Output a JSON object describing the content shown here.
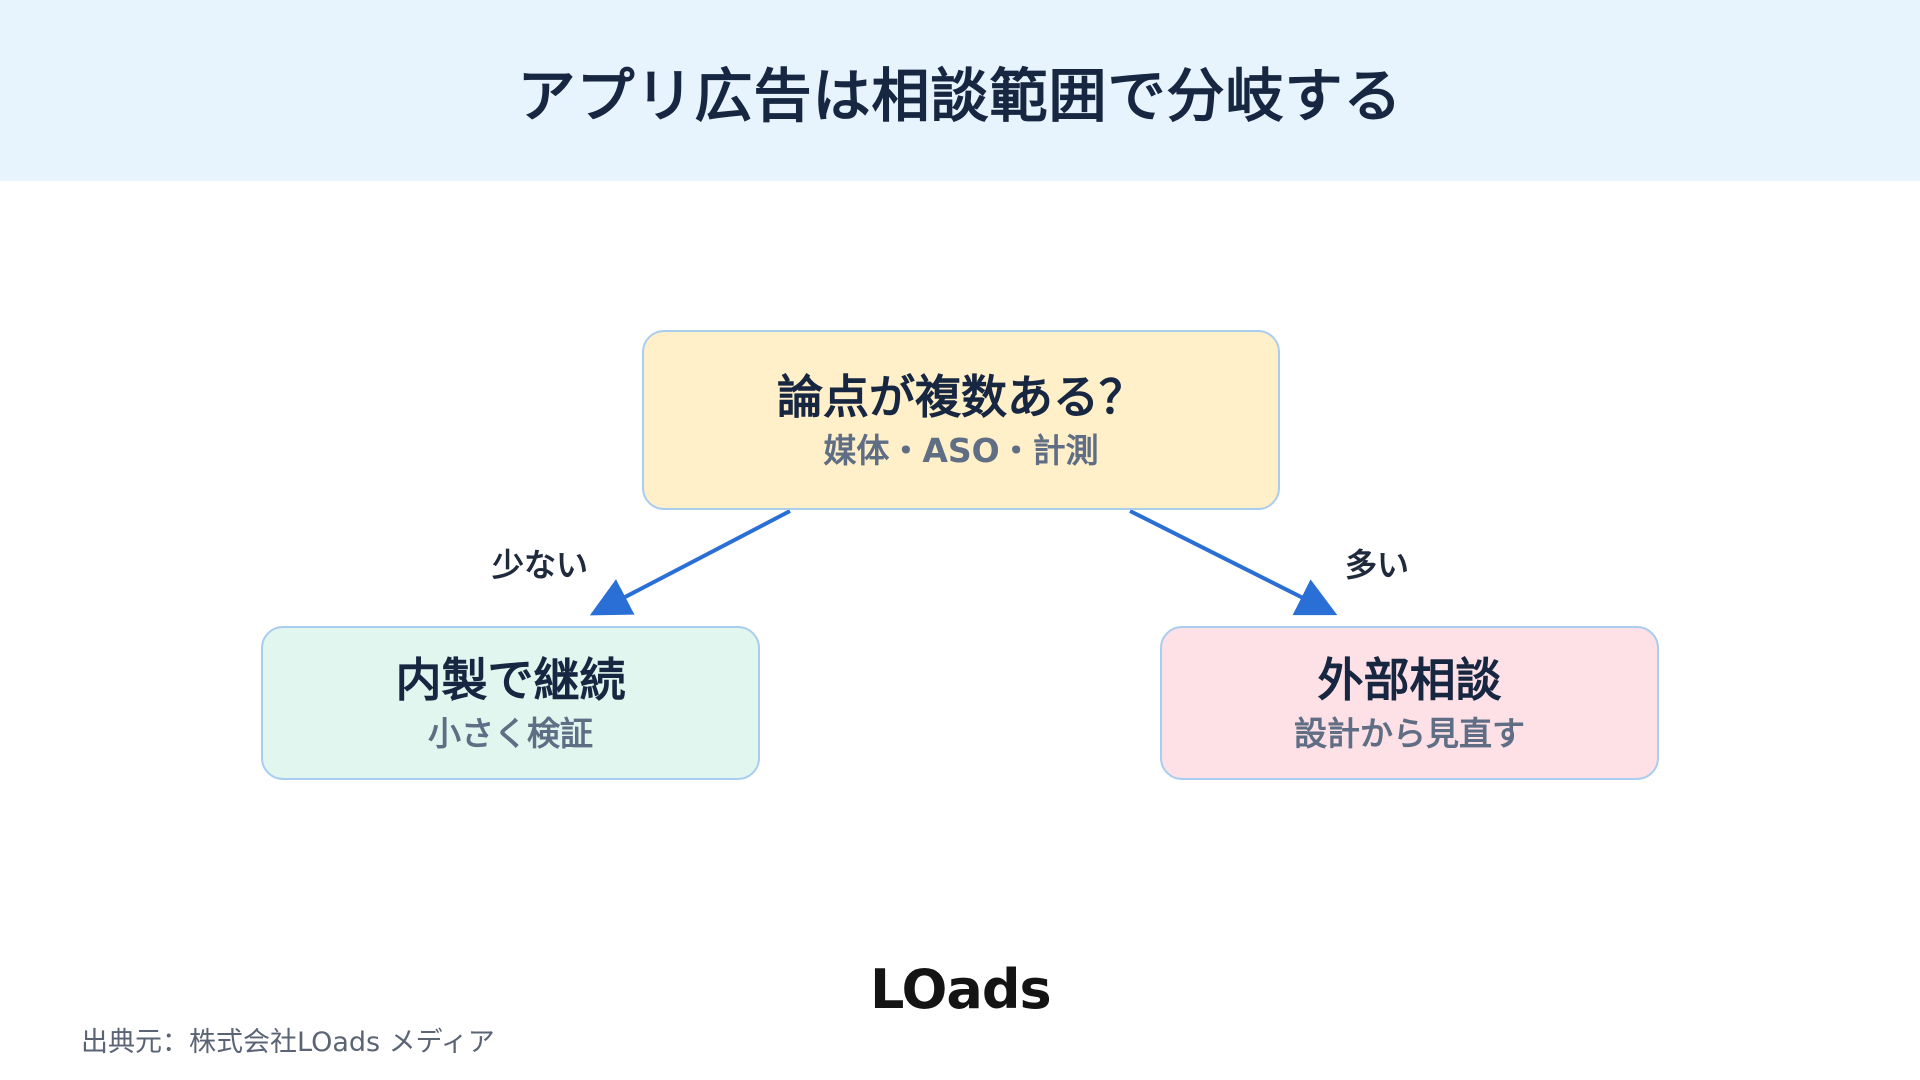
{
  "header": {
    "title": "アプリ広告は相談範囲で分岐する"
  },
  "diagram": {
    "root": {
      "title": "論点が複数ある？",
      "subtitle": "媒体・ASO・計測"
    },
    "left": {
      "edge_label": "少ない",
      "title": "内製で継続",
      "subtitle": "小さく検証"
    },
    "right": {
      "edge_label": "多い",
      "title": "外部相談",
      "subtitle": "設計から見直す"
    }
  },
  "logo": {
    "text": "LOads"
  },
  "footer": {
    "source": "出典元：株式会社LOads メディア"
  },
  "colors": {
    "header_bg": "#e7f4fd",
    "root_bg": "#fff0c9",
    "left_bg": "#e1f6ee",
    "right_bg": "#fde1e6",
    "border": "#a9cdf0",
    "arrow": "#2a6fd6"
  }
}
